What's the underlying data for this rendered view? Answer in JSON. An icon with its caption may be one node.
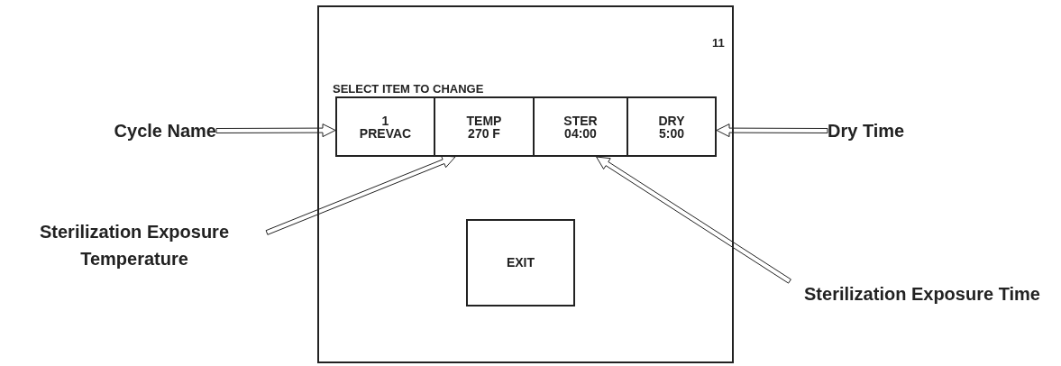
{
  "diagram": {
    "nodes": [
      {
        "text": [],
        "shape": "box"
      },
      {
        "text": [
          "1",
          "PREVAC"
        ],
        "in": 0
      },
      {
        "text": [
          "TEMP",
          "270 F"
        ],
        "in": 0
      },
      {
        "text": [
          "STER",
          "04:00"
        ],
        "in": 0
      },
      {
        "text": [
          "DRY",
          "5:00"
        ],
        "in": 0
      },
      {
        "text": [
          "EXIT"
        ],
        "in": 0
      },
      {
        "text": [
          "Cycle Name"
        ]
      },
      {
        "text": [
          "Dry Time"
        ]
      },
      {
        "text": [
          "Sterilization Exposure Temperature"
        ]
      },
      {
        "text": [
          "Sterilization Exposure Time"
        ]
      }
    ],
    "edges": [
      {
        "from": 6,
        "to": 1,
        "arrow": "to"
      },
      {
        "from": 7,
        "to": 4,
        "arrow": "to"
      },
      {
        "from": 8,
        "to": 2,
        "arrow": "to"
      },
      {
        "from": 9,
        "to": 3,
        "arrow": "to"
      }
    ],
    "labels": [
      "11",
      "SELECT ITEM TO CHANGE"
    ]
  }
}
